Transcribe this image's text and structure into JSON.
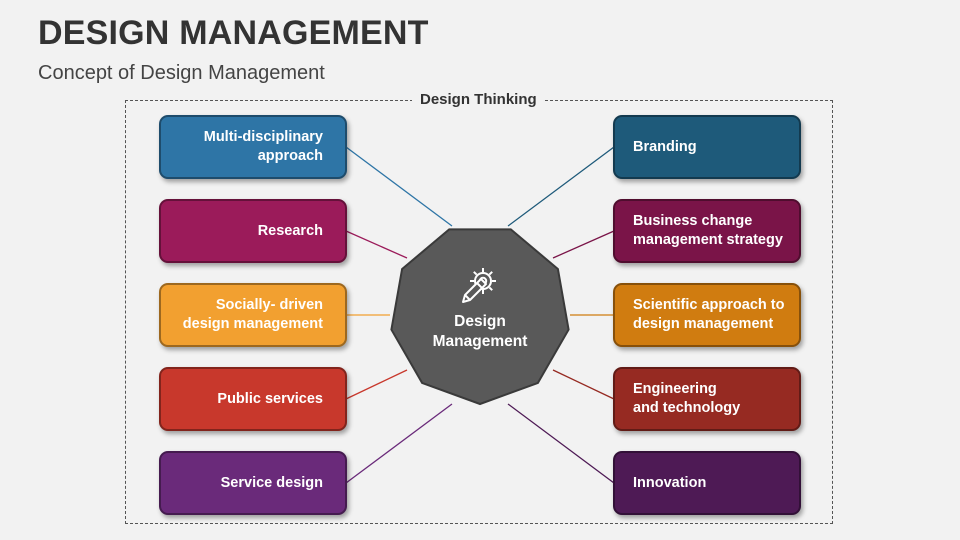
{
  "slide": {
    "title": "DESIGN MANAGEMENT",
    "subtitle": "Concept of Design Management",
    "frame_label": "Design Thinking"
  },
  "hub": {
    "label": "Design\nManagement",
    "icon": "gear-pencil-icon",
    "color": "#595959"
  },
  "left_items": [
    {
      "label": "Multi-disciplinary\napproach",
      "color": "#2e75a6"
    },
    {
      "label": "Research",
      "color": "#9b1b5a"
    },
    {
      "label": "Socially- driven\ndesign management",
      "color": "#f2a030"
    },
    {
      "label": "Public services",
      "color": "#c8382c"
    },
    {
      "label": "Service design",
      "color": "#6a2a7a"
    }
  ],
  "right_items": [
    {
      "label": "Branding",
      "color": "#1e5a7a"
    },
    {
      "label": "Business change\nmanagement strategy",
      "color": "#7a1448"
    },
    {
      "label": "Scientific approach to\ndesign management",
      "color": "#d07c10"
    },
    {
      "label": "Engineering\nand technology",
      "color": "#962a22"
    },
    {
      "label": "Innovation",
      "color": "#4e1a55"
    }
  ]
}
